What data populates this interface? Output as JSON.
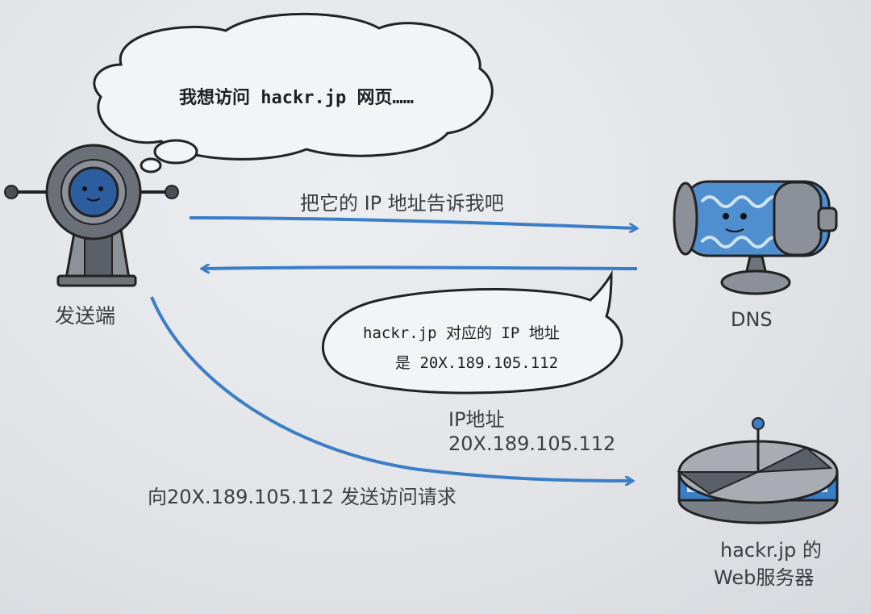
{
  "thought_bubble": {
    "text": "我想访问 hackr.jp 网页……"
  },
  "request_arrow": {
    "label": "把它的 IP 地址告诉我吧"
  },
  "reply_bubble": {
    "line1": "hackr.jp 对应的 IP 地址",
    "line2": "是 20X.189.105.112"
  },
  "ip_label": {
    "line1": "IP地址",
    "line2": "20X.189.105.112"
  },
  "access_arrow": {
    "label": "向20X.189.105.112 发送访问请求"
  },
  "nodes": {
    "sender": "发送端",
    "dns": "DNS",
    "server_line1": "hackr.jp 的",
    "server_line2": "Web服务器"
  },
  "colors": {
    "arrow": "#3b7ec8",
    "dns_body": "#4f8fcf",
    "outline": "#222222"
  }
}
